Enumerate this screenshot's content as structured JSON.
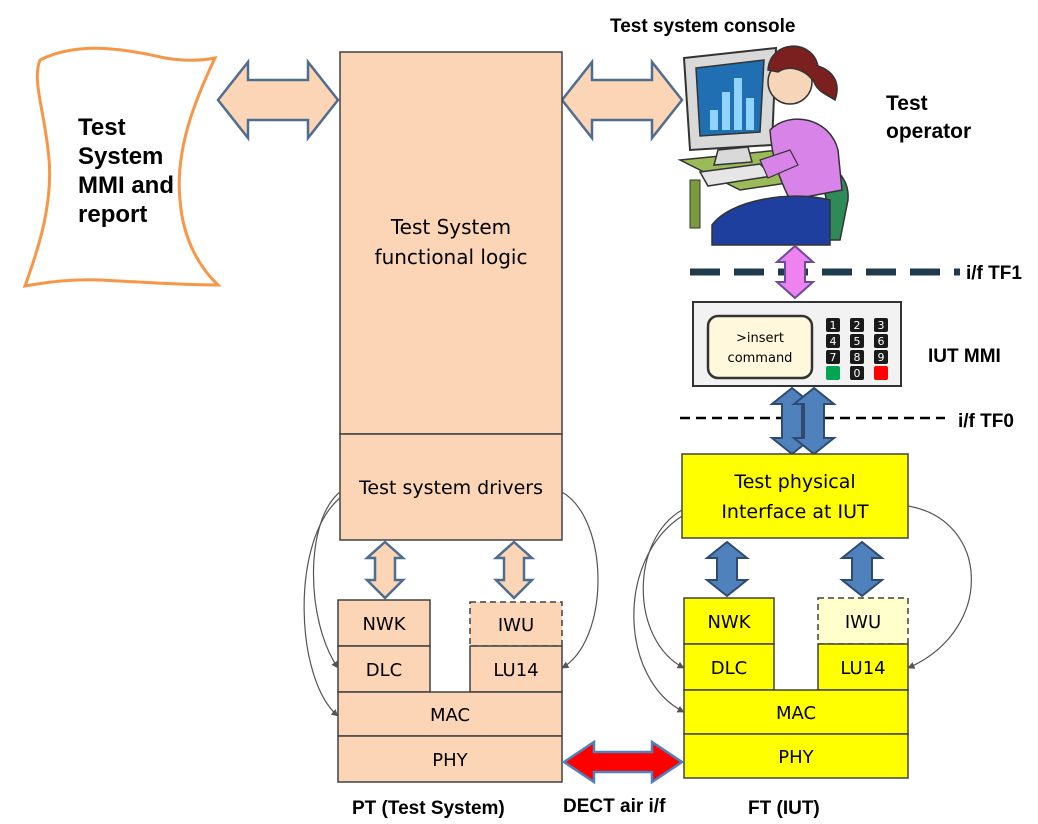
{
  "console": {
    "title": "Test system console",
    "operator_label_line1": "Test",
    "operator_label_line2": "operator"
  },
  "mmi_doc": {
    "line1": "Test",
    "line2": "System",
    "line3": "MMI and",
    "line4": "report"
  },
  "test_system": {
    "logic_line1": "Test  System",
    "logic_line2": "functional logic",
    "drivers": "Test system drivers",
    "layers": {
      "nwk": "NWK",
      "iwu": "IWU",
      "dlc": "DLC",
      "lu14": "LU14",
      "mac": "MAC",
      "phy": "PHY"
    },
    "caption": "PT (Test System)"
  },
  "iut": {
    "interfaces": {
      "tf1": "i/f TF1",
      "tf0": "i/f TF0"
    },
    "mmi_label": "IUT MMI",
    "screen_line1": ">insert",
    "screen_line2": "command",
    "keypad": [
      "1",
      "2",
      "3",
      "4",
      "5",
      "6",
      "7",
      "8",
      "9",
      "0"
    ],
    "phys_line1": "Test physical",
    "phys_line2": "Interface  at  IUT",
    "layers": {
      "nwk": "NWK",
      "iwu": "IWU",
      "dlc": "DLC",
      "lu14": "LU14",
      "mac": "MAC",
      "phy": "PHY"
    },
    "caption": "FT (IUT)"
  },
  "air_interface": "DECT air i/f",
  "colors": {
    "peach": "#fbd5b5",
    "yellow": "#ffff00",
    "light_yellow": "#ffffcc",
    "steel_blue": "#4f81bd",
    "pink": "#ee82ee",
    "red": "#ff0000",
    "dark_teal": "#1f3a4a",
    "orange_doc": "#f79646"
  }
}
